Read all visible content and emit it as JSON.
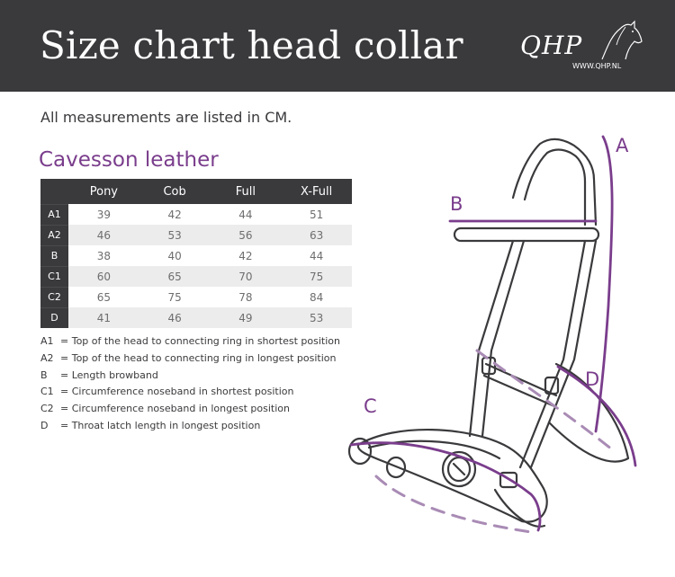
{
  "header": {
    "title": "Size chart head collar",
    "logo_text": "QHP",
    "logo_url": "WWW.QHP.NL"
  },
  "intro": "All measurements are listed in CM.",
  "section_title": "Cavesson leather",
  "table": {
    "columns": [
      "Pony",
      "Cob",
      "Full",
      "X-Full"
    ],
    "rows": [
      {
        "label": "A1",
        "values": [
          "39",
          "42",
          "44",
          "51"
        ]
      },
      {
        "label": "A2",
        "values": [
          "46",
          "53",
          "56",
          "63"
        ]
      },
      {
        "label": "B",
        "values": [
          "38",
          "40",
          "42",
          "44"
        ]
      },
      {
        "label": "C1",
        "values": [
          "60",
          "65",
          "70",
          "75"
        ]
      },
      {
        "label": "C2",
        "values": [
          "65",
          "75",
          "78",
          "84"
        ]
      },
      {
        "label": "D",
        "values": [
          "41",
          "46",
          "49",
          "53"
        ]
      }
    ]
  },
  "legend": [
    {
      "code": "A1",
      "text": "= Top of the head to connecting ring in shortest position"
    },
    {
      "code": "A2",
      "text": "= Top of the head to connecting ring in longest position"
    },
    {
      "code": "B",
      "text": "= Length browband"
    },
    {
      "code": "C1",
      "text": "= Circumference noseband in shortest position"
    },
    {
      "code": "C2",
      "text": "= Circumference noseband in longest position"
    },
    {
      "code": "D",
      "text": "= Throat latch length in longest position"
    }
  ],
  "diagram": {
    "labels": {
      "a": "A",
      "b": "B",
      "c": "C",
      "d": "D"
    }
  },
  "colors": {
    "banner": "#3a393c",
    "accent": "#7a3d8c",
    "accent_light": "#a98bb5",
    "row_alt": "#ececec"
  },
  "icons": {
    "logo": "horse-head-icon"
  }
}
